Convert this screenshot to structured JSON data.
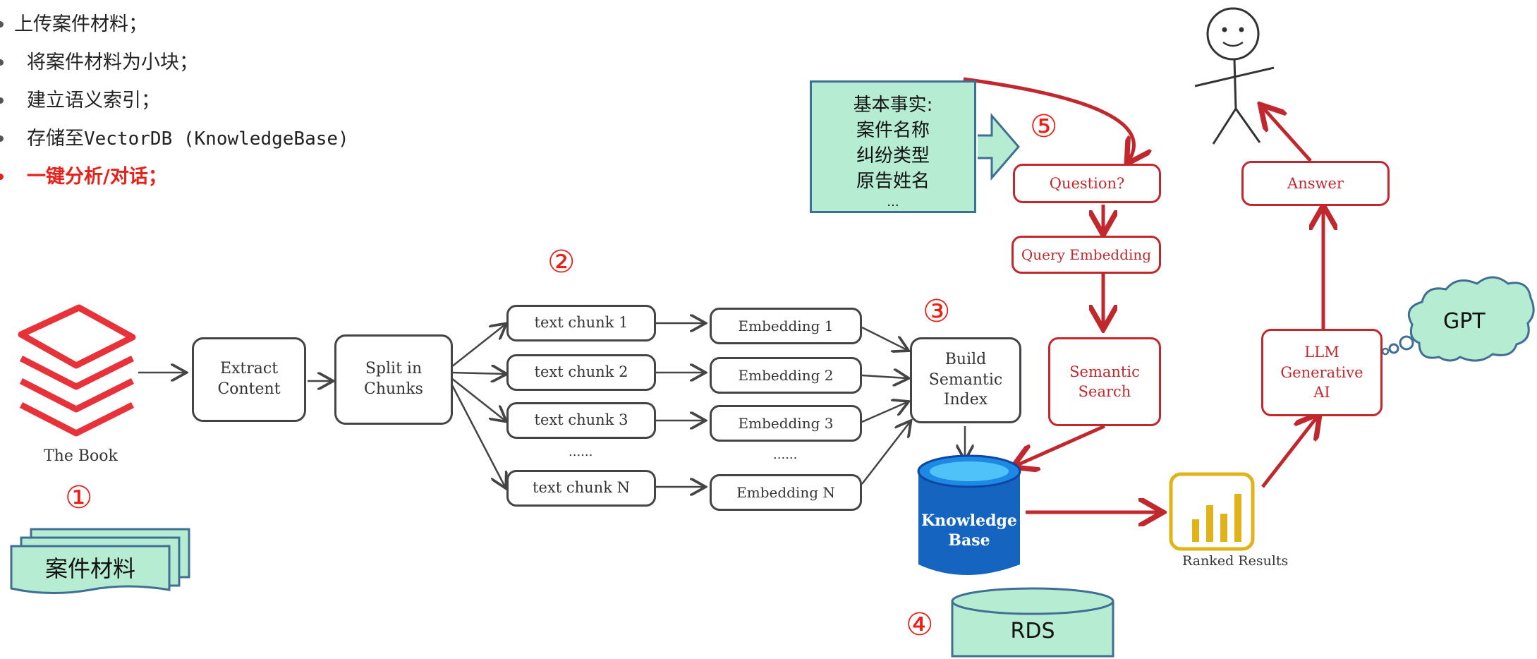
{
  "steps": [
    {
      "label": "上传案件材料；"
    },
    {
      "label": "将案件材料为小块；"
    },
    {
      "label": "建立语义索引；"
    },
    {
      "label_prefix": "存储至",
      "label_code": "VectorDB (KnowledgeBase)"
    },
    {
      "label": "一键分析/对话；"
    }
  ],
  "markers": {
    "m1": "①",
    "m2": "②",
    "m3": "③",
    "m4": "④",
    "m5": "⑤"
  },
  "book": {
    "label": "The Book"
  },
  "case_docs": {
    "label": "案件材料"
  },
  "pipeline": {
    "extract": "Extract Content",
    "split": "Split in Chunks",
    "chunks": [
      "text chunk 1",
      "text chunk 2",
      "text chunk 3",
      "text chunk N"
    ],
    "embeddings": [
      "Embedding 1",
      "Embedding 2",
      "Embedding 3",
      "Embedding N"
    ],
    "ellipsis": "......",
    "build_index": "Build Semantic Index"
  },
  "knowledge_base": {
    "label": "Knowledge Base"
  },
  "rds": {
    "label": "RDS"
  },
  "facts": {
    "title": "基本事实:",
    "items": [
      "案件名称",
      "纠纷类型",
      "原告姓名",
      "..."
    ]
  },
  "qa": {
    "question": "Question?",
    "query_embedding": "Query Embedding",
    "semantic_search": "Semantic Search",
    "llm": "LLM Generative AI",
    "answer": "Answer",
    "ranked_results": "Ranked Results",
    "gpt": "GPT"
  },
  "colors": {
    "accent_red": "#e8201a",
    "box_red": "#c0282e",
    "green_fill": "#b5ecd2",
    "kb_blue": "#1565c0",
    "chart_gold": "#e0b31a"
  }
}
